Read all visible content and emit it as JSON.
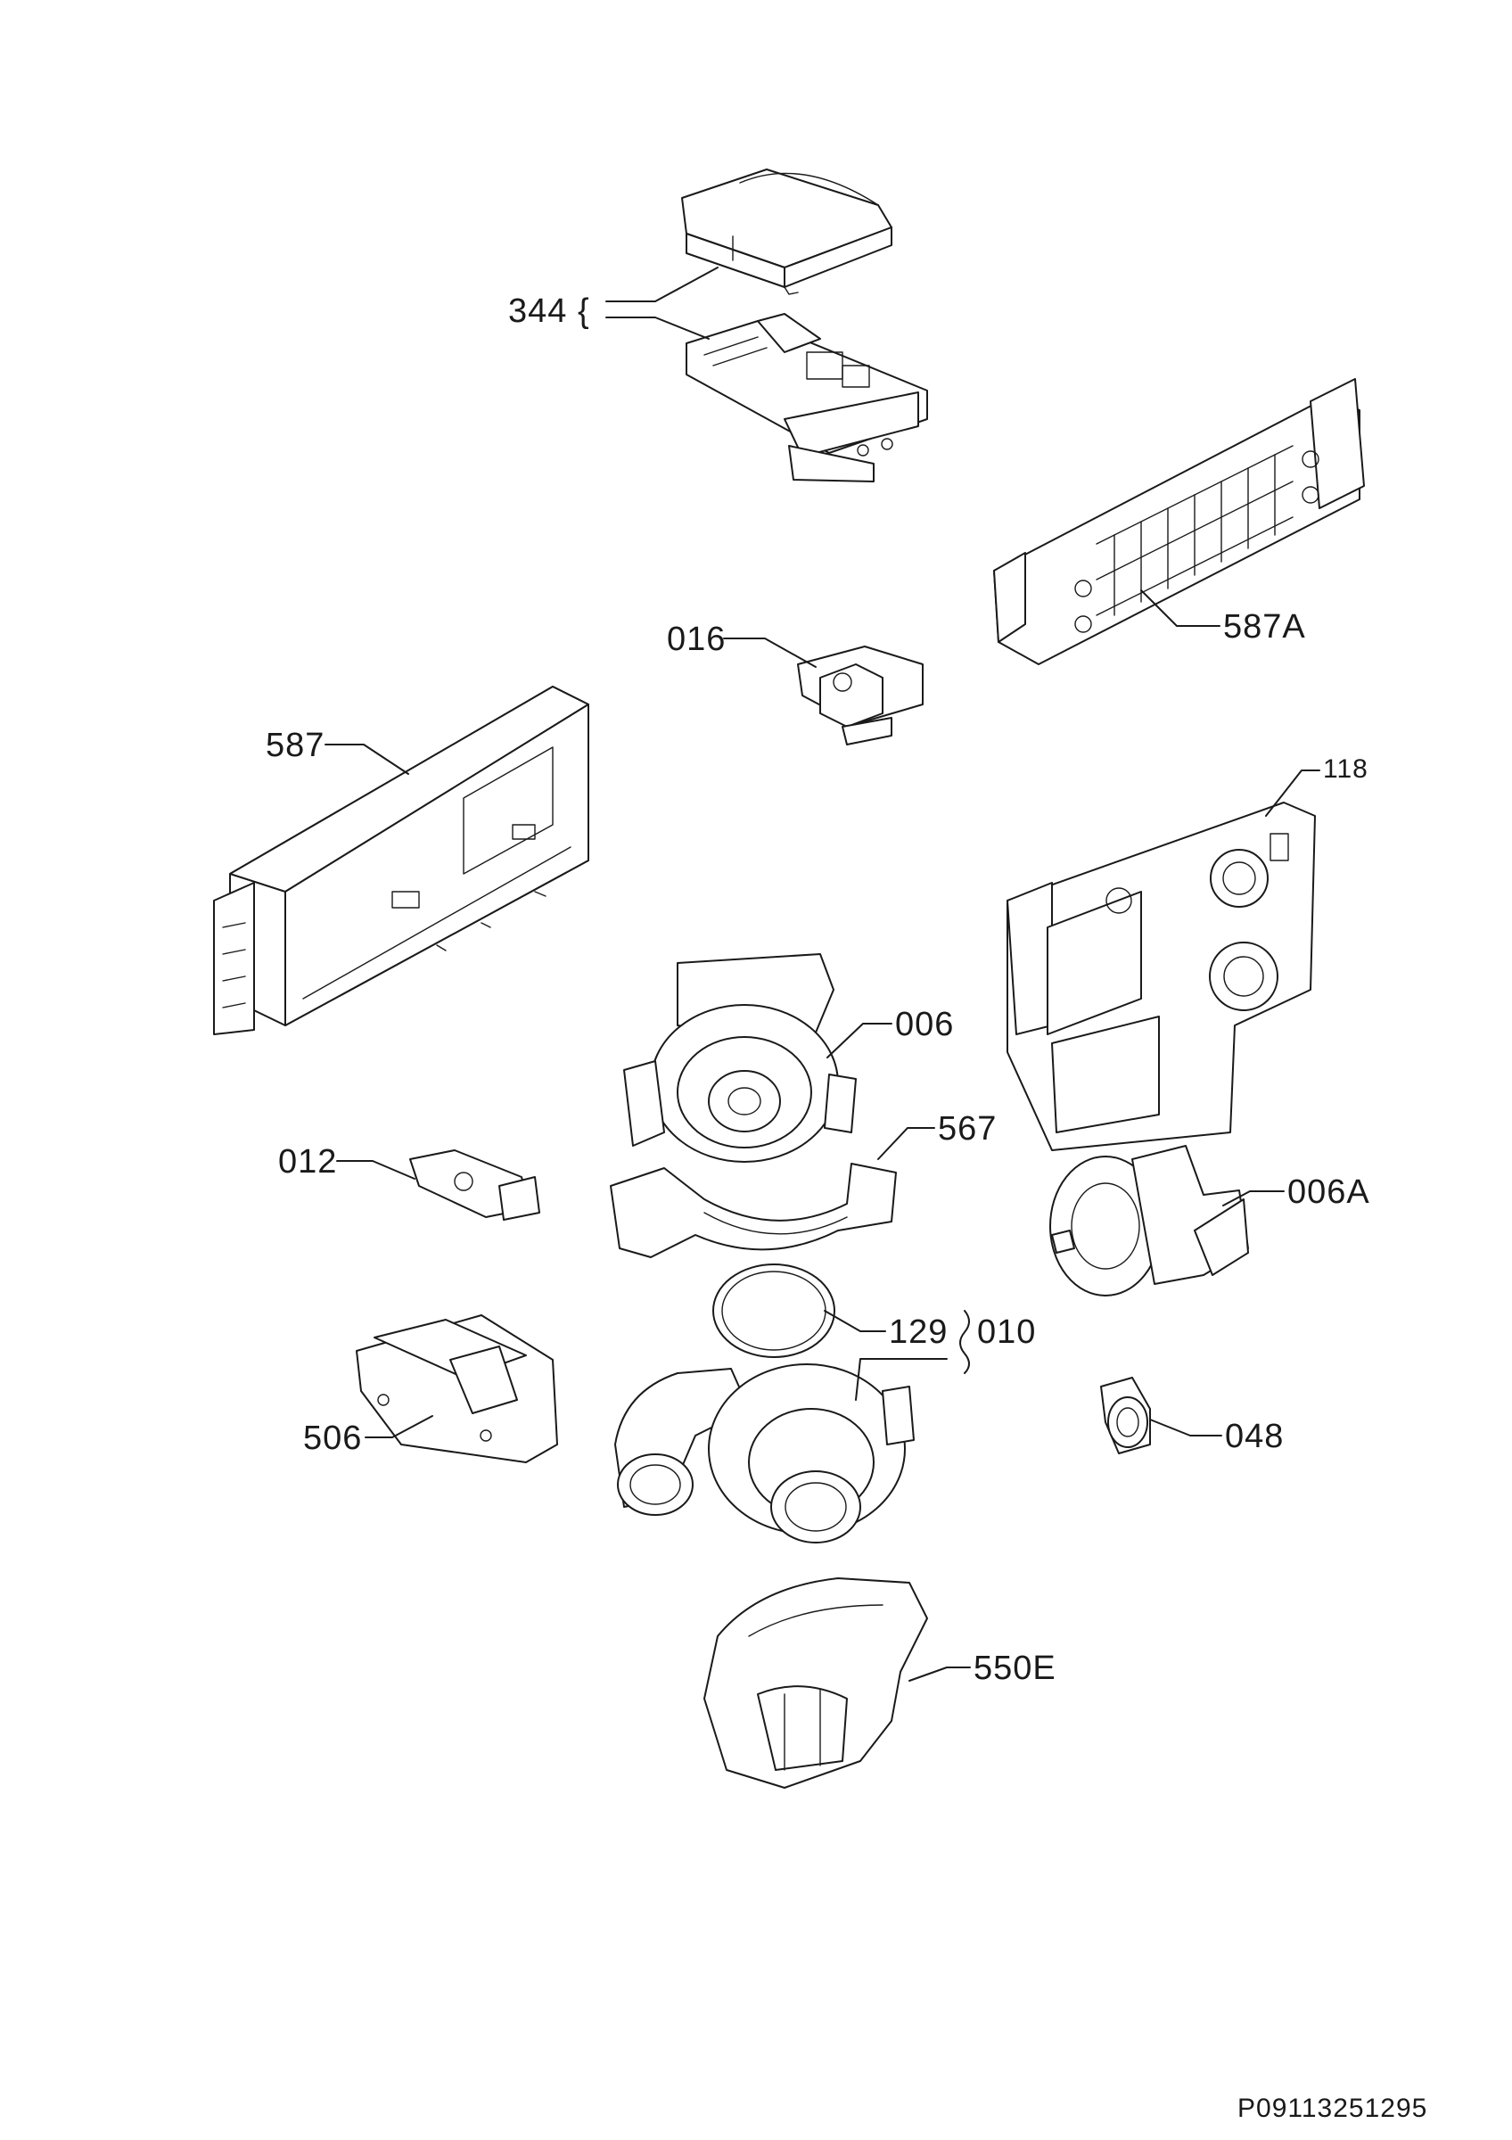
{
  "labels": {
    "p344": "344 {",
    "p587A": "587A",
    "p016": "016",
    "p587": "587",
    "p118": "118",
    "p006": "006",
    "p567": "567",
    "p012": "012",
    "p006A": "006A",
    "p129": "129",
    "p010": "010",
    "p506": "506",
    "p048": "048",
    "p550E": "550E"
  },
  "document_id": "P09113251295"
}
